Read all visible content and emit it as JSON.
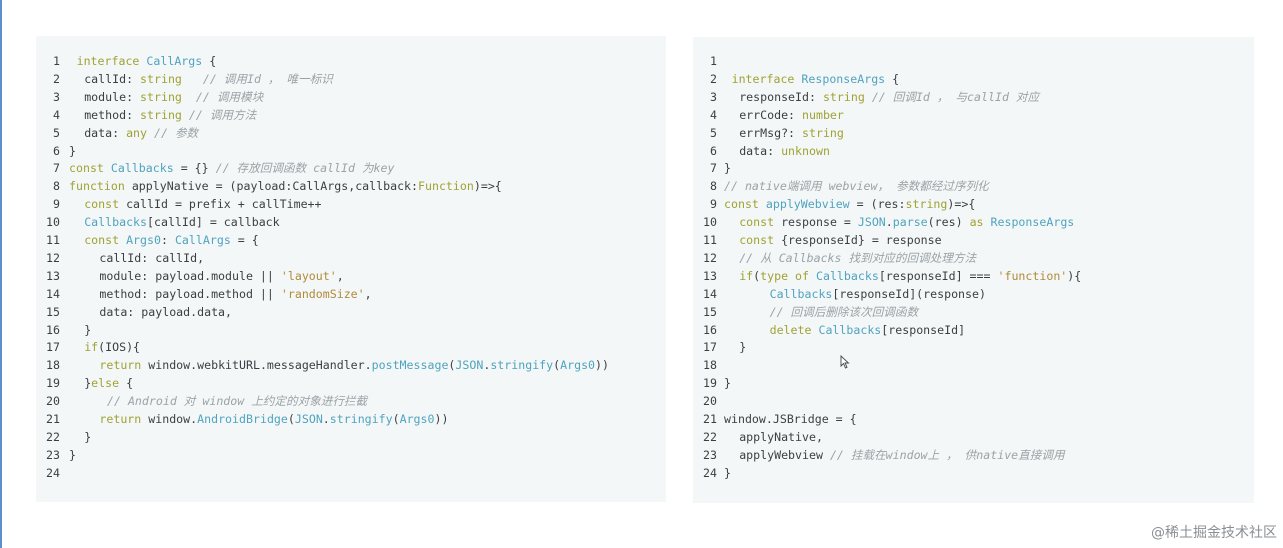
{
  "left_panel": {
    "lines": [
      {
        "n": "1",
        "indent": 1,
        "tokens": [
          [
            "kw",
            "interface "
          ],
          [
            "ty",
            "CallArgs"
          ],
          [
            "pl",
            " {"
          ]
        ]
      },
      {
        "n": "2",
        "indent": 2,
        "tokens": [
          [
            "pl",
            "callId: "
          ],
          [
            "kw",
            "string"
          ],
          [
            "cm",
            "   // 调用Id ， 唯一标识"
          ]
        ]
      },
      {
        "n": "3",
        "indent": 2,
        "tokens": [
          [
            "pl",
            "module: "
          ],
          [
            "kw",
            "string"
          ],
          [
            "cm",
            "  // 调用模块"
          ]
        ]
      },
      {
        "n": "4",
        "indent": 2,
        "tokens": [
          [
            "pl",
            "method: "
          ],
          [
            "kw",
            "string"
          ],
          [
            "cm",
            " // 调用方法"
          ]
        ]
      },
      {
        "n": "5",
        "indent": 2,
        "tokens": [
          [
            "pl",
            "data: "
          ],
          [
            "kw",
            "any"
          ],
          [
            "cm",
            " // 参数"
          ]
        ]
      },
      {
        "n": "6",
        "indent": 0,
        "tokens": [
          [
            "pl",
            "}"
          ]
        ]
      },
      {
        "n": "7",
        "indent": 0,
        "tokens": [
          [
            "kw",
            "const "
          ],
          [
            "ty",
            "Callbacks"
          ],
          [
            "pl",
            " = {} "
          ],
          [
            "cm",
            "// 存放回调函数 callId 为key"
          ]
        ]
      },
      {
        "n": "8",
        "indent": 0,
        "tokens": [
          [
            "kw",
            "function "
          ],
          [
            "pl",
            "applyNative = (payload:CallArgs,callback:"
          ],
          [
            "kw",
            "Function"
          ],
          [
            "pl",
            ")=>{"
          ]
        ]
      },
      {
        "n": "9",
        "indent": 2,
        "tokens": [
          [
            "kw",
            "const "
          ],
          [
            "pl",
            "callId = prefix + callTime++"
          ]
        ]
      },
      {
        "n": "10",
        "indent": 2,
        "tokens": [
          [
            "ty",
            "Callbacks"
          ],
          [
            "pl",
            "[callId] = callback"
          ]
        ]
      },
      {
        "n": "11",
        "indent": 2,
        "tokens": [
          [
            "kw",
            "const "
          ],
          [
            "ty",
            "Args0"
          ],
          [
            "pl",
            ": "
          ],
          [
            "ty",
            "CallArgs"
          ],
          [
            "pl",
            " = {"
          ]
        ]
      },
      {
        "n": "12",
        "indent": 4,
        "tokens": [
          [
            "pl",
            "callId: callId,"
          ]
        ]
      },
      {
        "n": "13",
        "indent": 4,
        "tokens": [
          [
            "pl",
            "module: payload.module || "
          ],
          [
            "str",
            "'layout'"
          ],
          [
            "pl",
            ","
          ]
        ]
      },
      {
        "n": "14",
        "indent": 4,
        "tokens": [
          [
            "pl",
            "method: payload.method || "
          ],
          [
            "str",
            "'randomSize'"
          ],
          [
            "pl",
            ","
          ]
        ]
      },
      {
        "n": "15",
        "indent": 4,
        "tokens": [
          [
            "pl",
            "data: payload.data,"
          ]
        ]
      },
      {
        "n": "16",
        "indent": 2,
        "tokens": [
          [
            "pl",
            "}"
          ]
        ]
      },
      {
        "n": "17",
        "indent": 2,
        "tokens": [
          [
            "kw",
            "if"
          ],
          [
            "pl",
            "(IOS){"
          ]
        ]
      },
      {
        "n": "18",
        "indent": 4,
        "tokens": [
          [
            "kw",
            "return "
          ],
          [
            "pl",
            "window.webkitURL.messageHandler."
          ],
          [
            "fn",
            "postMessage"
          ],
          [
            "pl",
            "("
          ],
          [
            "ty",
            "JSON"
          ],
          [
            "pl",
            "."
          ],
          [
            "fn",
            "stringify"
          ],
          [
            "pl",
            "("
          ],
          [
            "ty",
            "Args0"
          ],
          [
            "pl",
            "))"
          ]
        ]
      },
      {
        "n": "19",
        "indent": 2,
        "tokens": [
          [
            "pl",
            "}"
          ],
          [
            "kw",
            "else"
          ],
          [
            "pl",
            " {"
          ]
        ]
      },
      {
        "n": "20",
        "indent": 5,
        "tokens": [
          [
            "cm",
            "// Android 对 window 上约定的对象进行拦截"
          ]
        ]
      },
      {
        "n": "21",
        "indent": 4,
        "tokens": [
          [
            "kw",
            "return "
          ],
          [
            "pl",
            "window."
          ],
          [
            "fn",
            "AndroidBridge"
          ],
          [
            "pl",
            "("
          ],
          [
            "ty",
            "JSON"
          ],
          [
            "pl",
            "."
          ],
          [
            "fn",
            "stringify"
          ],
          [
            "pl",
            "("
          ],
          [
            "ty",
            "Args0"
          ],
          [
            "pl",
            "))"
          ]
        ]
      },
      {
        "n": "22",
        "indent": 2,
        "tokens": [
          [
            "pl",
            "}"
          ]
        ]
      },
      {
        "n": "23",
        "indent": 0,
        "tokens": [
          [
            "pl",
            "}"
          ]
        ]
      },
      {
        "n": "24",
        "indent": 0,
        "tokens": []
      }
    ]
  },
  "right_panel": {
    "lines": [
      {
        "n": "1",
        "indent": 0,
        "tokens": []
      },
      {
        "n": "2",
        "indent": 1,
        "tokens": [
          [
            "kw",
            "interface "
          ],
          [
            "ty",
            "ResponseArgs"
          ],
          [
            "pl",
            " {"
          ]
        ]
      },
      {
        "n": "3",
        "indent": 2,
        "tokens": [
          [
            "pl",
            "responseId: "
          ],
          [
            "kw",
            "string"
          ],
          [
            "cm",
            " // 回调Id ， 与callId 对应"
          ]
        ]
      },
      {
        "n": "4",
        "indent": 2,
        "tokens": [
          [
            "pl",
            "errCode: "
          ],
          [
            "kw",
            "number"
          ]
        ]
      },
      {
        "n": "5",
        "indent": 2,
        "tokens": [
          [
            "pl",
            "errMsg?: "
          ],
          [
            "kw",
            "string"
          ]
        ]
      },
      {
        "n": "6",
        "indent": 2,
        "tokens": [
          [
            "pl",
            "data: "
          ],
          [
            "kw",
            "unknown"
          ]
        ]
      },
      {
        "n": "7",
        "indent": 0,
        "tokens": [
          [
            "pl",
            "}"
          ]
        ]
      },
      {
        "n": "8",
        "indent": 0,
        "tokens": [
          [
            "cm",
            "// native端调用 webview， 参数都经过序列化"
          ]
        ]
      },
      {
        "n": "9",
        "indent": 0,
        "tokens": [
          [
            "kw",
            "const "
          ],
          [
            "fn",
            "applyWebview"
          ],
          [
            "pl",
            " = (res:"
          ],
          [
            "kw",
            "string"
          ],
          [
            "pl",
            ")=>{"
          ]
        ]
      },
      {
        "n": "10",
        "indent": 2,
        "tokens": [
          [
            "kw",
            "const "
          ],
          [
            "pl",
            "response = "
          ],
          [
            "ty",
            "JSON"
          ],
          [
            "pl",
            "."
          ],
          [
            "fn",
            "parse"
          ],
          [
            "pl",
            "(res) "
          ],
          [
            "kw",
            "as "
          ],
          [
            "ty",
            "ResponseArgs"
          ]
        ]
      },
      {
        "n": "11",
        "indent": 2,
        "tokens": [
          [
            "kw",
            "const "
          ],
          [
            "pl",
            "{responseId} = response"
          ]
        ]
      },
      {
        "n": "12",
        "indent": 2,
        "tokens": [
          [
            "cm",
            "// 从 Callbacks 找到对应的回调处理方法"
          ]
        ]
      },
      {
        "n": "13",
        "indent": 2,
        "tokens": [
          [
            "kw",
            "if"
          ],
          [
            "pl",
            "("
          ],
          [
            "kw",
            "type of "
          ],
          [
            "ty",
            "Callbacks"
          ],
          [
            "pl",
            "[responseId] === "
          ],
          [
            "str",
            "'function'"
          ],
          [
            "pl",
            "){"
          ]
        ]
      },
      {
        "n": "14",
        "indent": 6,
        "tokens": [
          [
            "ty",
            "Callbacks"
          ],
          [
            "pl",
            "[responseId](response)"
          ]
        ]
      },
      {
        "n": "15",
        "indent": 6,
        "tokens": [
          [
            "cm",
            "// 回调后删除该次回调函数"
          ]
        ]
      },
      {
        "n": "16",
        "indent": 6,
        "tokens": [
          [
            "kw",
            "delete "
          ],
          [
            "ty",
            "Callbacks"
          ],
          [
            "pl",
            "[responseId]"
          ]
        ]
      },
      {
        "n": "17",
        "indent": 2,
        "tokens": [
          [
            "pl",
            "}"
          ]
        ]
      },
      {
        "n": "18",
        "indent": 0,
        "tokens": []
      },
      {
        "n": "19",
        "indent": 0,
        "tokens": [
          [
            "pl",
            "}"
          ]
        ]
      },
      {
        "n": "20",
        "indent": 0,
        "tokens": []
      },
      {
        "n": "21",
        "indent": 0,
        "tokens": [
          [
            "pl",
            "window.JSBridge = {"
          ]
        ]
      },
      {
        "n": "22",
        "indent": 2,
        "tokens": [
          [
            "pl",
            "applyNative,"
          ]
        ]
      },
      {
        "n": "23",
        "indent": 2,
        "tokens": [
          [
            "pl",
            "applyWebview "
          ],
          [
            "cm",
            "// 挂载在window上 ， 供native直接调用"
          ]
        ]
      },
      {
        "n": "24",
        "indent": 0,
        "tokens": [
          [
            "pl",
            "}"
          ]
        ]
      }
    ]
  },
  "watermark": "@稀土掘金技术社区",
  "colors": {
    "keyword": "#a0a235",
    "type": "#4fa3bf",
    "string": "#b08a3a",
    "comment": "#9aa3a8",
    "plain": "#3b3f44",
    "panel_bg": "#f4f7f7"
  }
}
